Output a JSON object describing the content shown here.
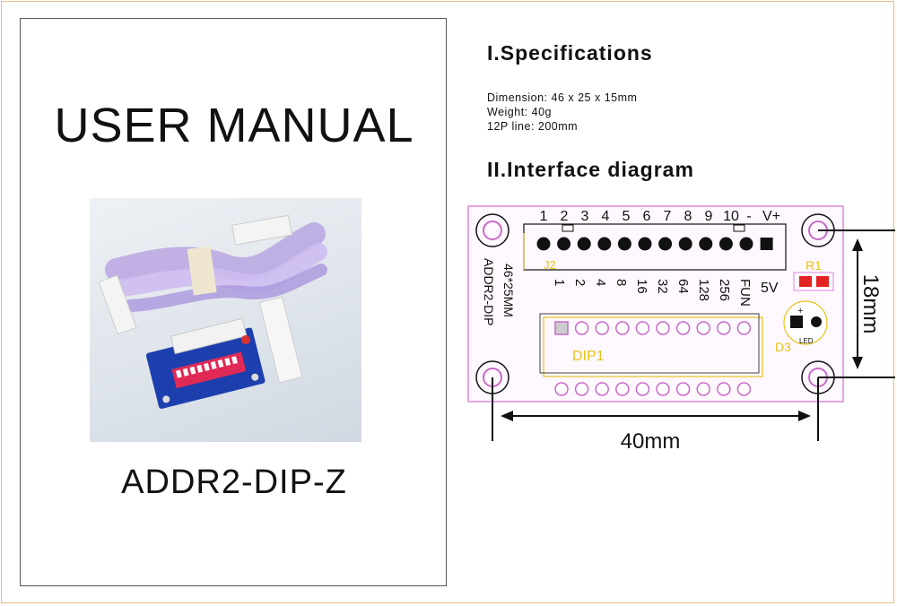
{
  "cover": {
    "title": "USER MANUAL",
    "model": "ADDR2-DIP-Z"
  },
  "specifications": {
    "heading": "I.Specifications",
    "items": [
      "Dimension: 46 x 25 x 15mm",
      "Weight: 40g",
      "12P  line: 200mm"
    ]
  },
  "interface": {
    "heading": "II.Interface diagram",
    "connector_label": "J2",
    "dip_label": "DIP1",
    "resistor_label": "R1",
    "led_ref_label": "D3",
    "led_text": "LED",
    "led_plus": "+",
    "board_size_label": "46*25MM",
    "board_name_label": "ADDR2-DIP",
    "pin_numbers": [
      "1",
      "2",
      "3",
      "4",
      "5",
      "6",
      "7",
      "8",
      "9",
      "10",
      "-",
      "V+"
    ],
    "address_labels": [
      "1",
      "2",
      "4",
      "8",
      "16",
      "32",
      "64",
      "128",
      "256",
      "FUN"
    ],
    "voltage_label": "5V",
    "width_dimension": "40mm",
    "height_dimension": "18mm"
  },
  "colors": {
    "pcb_outline": "#d88ad8",
    "pcb_fill": "#fff8ff",
    "silkscreen": "#e6c21a",
    "pad": "#c76bc7",
    "smd": "#e52222",
    "dimension": "#111111"
  }
}
